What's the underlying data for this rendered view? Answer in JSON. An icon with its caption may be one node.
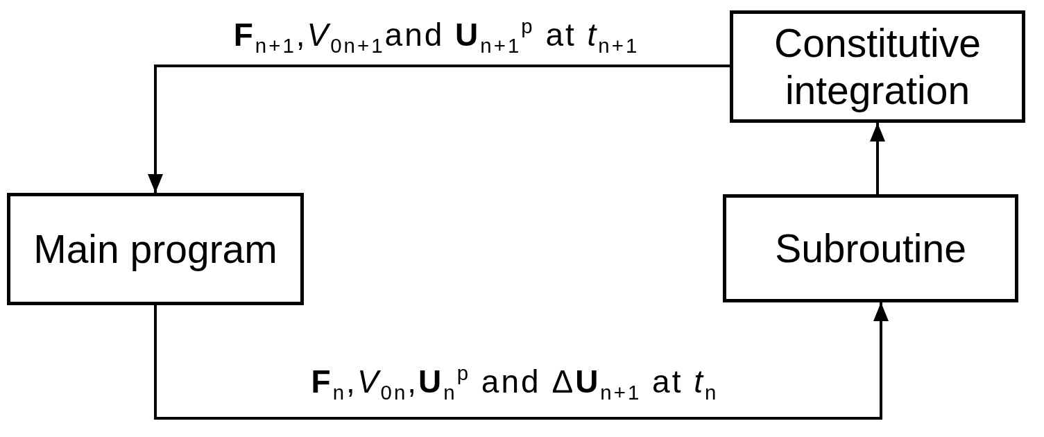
{
  "diagram": {
    "nodes": [
      {
        "text": [
          "Constitutive integration"
        ]
      },
      {
        "text": [
          "Main program"
        ]
      },
      {
        "text": [
          "Subroutine"
        ]
      }
    ],
    "edges": [
      {
        "from": 0,
        "to": 1,
        "arrow": "to",
        "label": "**F**$_{n+1}$,*V*$_{0n+1}$and **U**$_{n+1}$$^{p}$ at *t*$_{n+1}$"
      },
      {
        "from": 1,
        "to": 2,
        "arrow": "to",
        "label": "**F**$_{n}$,*V*$_{0n}$,**U**$_{n}$$^{p}$ and Δ**U**$_{n+1}$ at *t*$_{n}$"
      },
      {
        "from": 2,
        "to": 0,
        "arrow": "to"
      }
    ]
  }
}
